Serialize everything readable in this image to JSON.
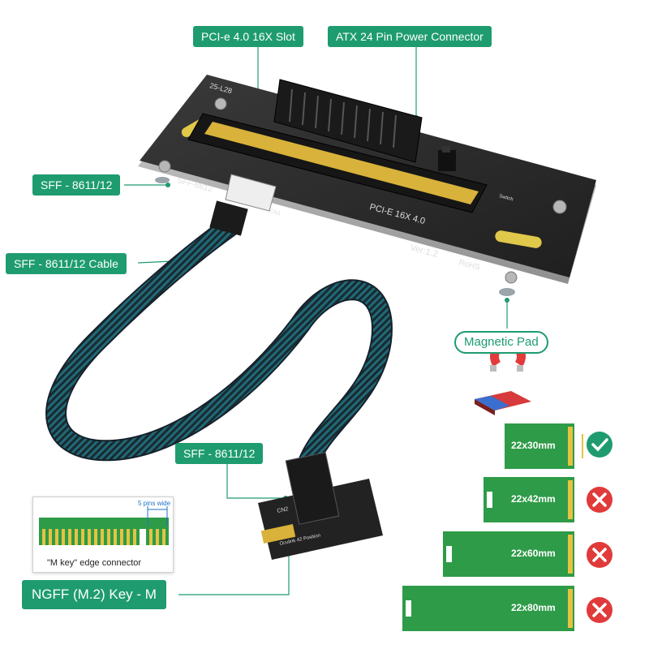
{
  "callouts": {
    "pcie_slot": "PCI-e 4.0 16X Slot",
    "atx_power": "ATX 24 Pin Power Connector",
    "sff_top": "SFF - 8611/12",
    "sff_cable": "SFF - 8611/12 Cable",
    "magnetic_pad": "Magnetic Pad",
    "sff_bottom": "SFF - 8611/12",
    "ngff": "NGFF (M.2) Key - M"
  },
  "board": {
    "model": "25-L28",
    "slot_print": "PCI-E 16X 4.0",
    "version": "Ver:1.2",
    "rohs": "RoHS",
    "sff_print": "SFF-8612",
    "cn1": "CN1",
    "switch_print": "Switch"
  },
  "m2_card": {
    "cn2": "CN2",
    "oculink_print": "Oculink 42 Position"
  },
  "mkey": {
    "caption": "\"M key\" edge connector",
    "pins_note": "5 pins wide"
  },
  "cards": [
    {
      "label": "22x30mm",
      "status": "check-icon"
    },
    {
      "label": "22x42mm",
      "status": "cross-icon"
    },
    {
      "label": "22x60mm",
      "status": "cross-icon"
    },
    {
      "label": "22x80mm",
      "status": "cross-icon"
    }
  ],
  "colors": {
    "accent": "#1e9c6f",
    "board": "#2b2b2b",
    "gold": "#d8b23a",
    "check": "#1e9c6f",
    "cross": "#e03a3a",
    "card_green": "#2e9b48"
  }
}
